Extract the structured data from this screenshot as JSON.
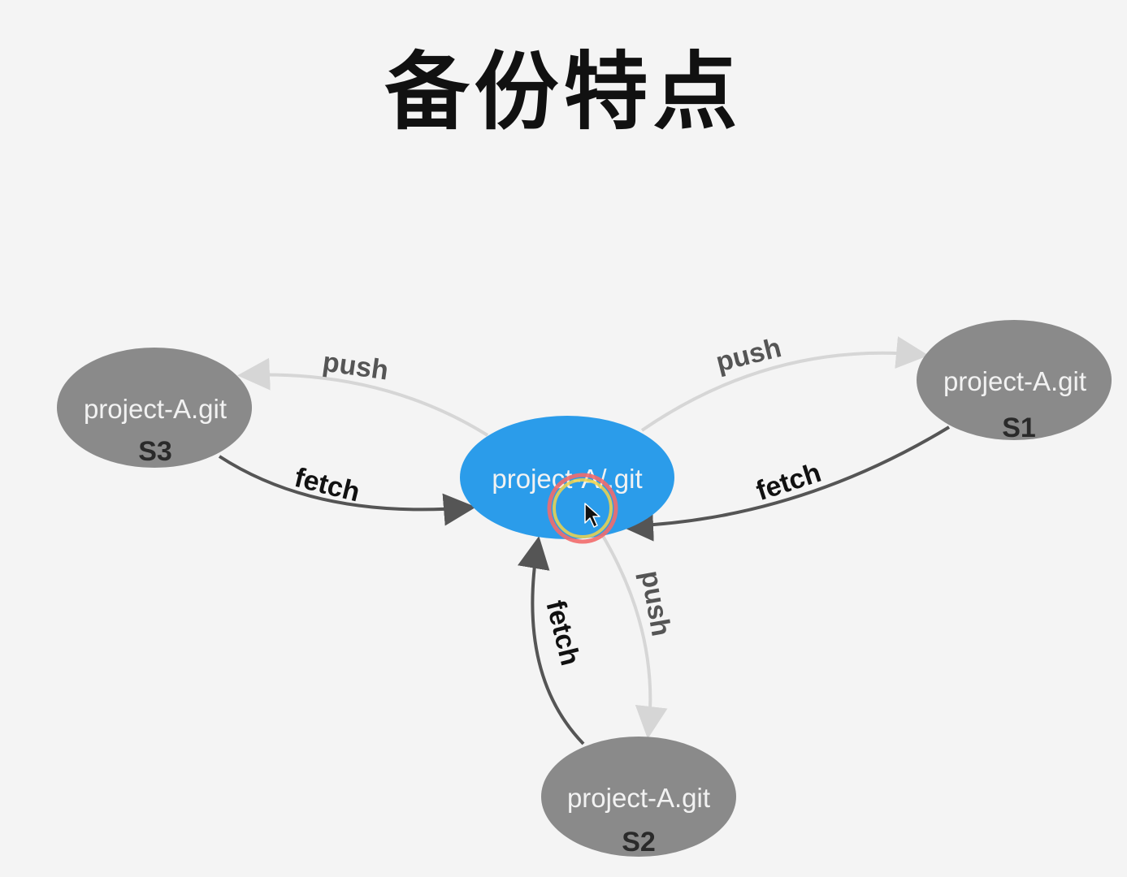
{
  "title": "备份特点",
  "colors": {
    "center_fill": "#2b9cea",
    "remote_fill": "#8a8a8a",
    "push_edge": "#d6d6d6",
    "fetch_edge": "#555555",
    "cursor_ring_outer": "#f26b6b",
    "cursor_ring_inner": "#f2d34a"
  },
  "nodes": {
    "center": {
      "label": "project-A/.git"
    },
    "s1": {
      "label": "project-A.git",
      "sub": "S1"
    },
    "s2": {
      "label": "project-A.git",
      "sub": "S2"
    },
    "s3": {
      "label": "project-A.git",
      "sub": "S3"
    }
  },
  "edges": {
    "push_s3": "push",
    "fetch_s3": "fetch",
    "push_s1": "push",
    "fetch_s1": "fetch",
    "push_s2": "push",
    "fetch_s2": "fetch"
  },
  "cursor": {
    "icon": "mouse-pointer-icon"
  }
}
